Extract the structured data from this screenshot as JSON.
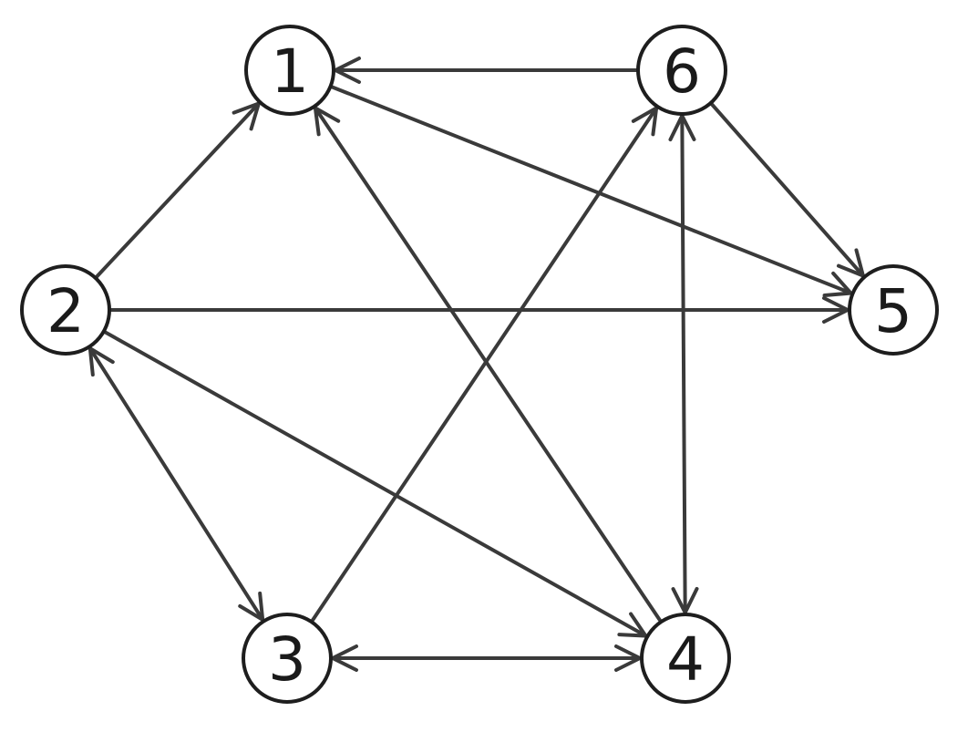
{
  "graph": {
    "type": "directed-graph",
    "nodes": [
      {
        "id": "1",
        "label": "1"
      },
      {
        "id": "2",
        "label": "2"
      },
      {
        "id": "3",
        "label": "3"
      },
      {
        "id": "4",
        "label": "4"
      },
      {
        "id": "5",
        "label": "5"
      },
      {
        "id": "6",
        "label": "6"
      }
    ],
    "edges": [
      {
        "from": "6",
        "to": "1",
        "bidirectional": false
      },
      {
        "from": "2",
        "to": "1",
        "bidirectional": false
      },
      {
        "from": "1",
        "to": "5",
        "bidirectional": false
      },
      {
        "from": "4",
        "to": "1",
        "bidirectional": false
      },
      {
        "from": "3",
        "to": "6",
        "bidirectional": false
      },
      {
        "from": "6",
        "to": "5",
        "bidirectional": false
      },
      {
        "from": "2",
        "to": "5",
        "bidirectional": false
      },
      {
        "from": "2",
        "to": "4",
        "bidirectional": false
      },
      {
        "from": "2",
        "to": "3",
        "bidirectional": true
      },
      {
        "from": "3",
        "to": "4",
        "bidirectional": true
      },
      {
        "from": "6",
        "to": "4",
        "bidirectional": true
      }
    ],
    "colors": {
      "stroke": "#3a3a3a",
      "node_border": "#1e1e1e",
      "text": "#1a1a1a",
      "background": "#ffffff"
    }
  }
}
